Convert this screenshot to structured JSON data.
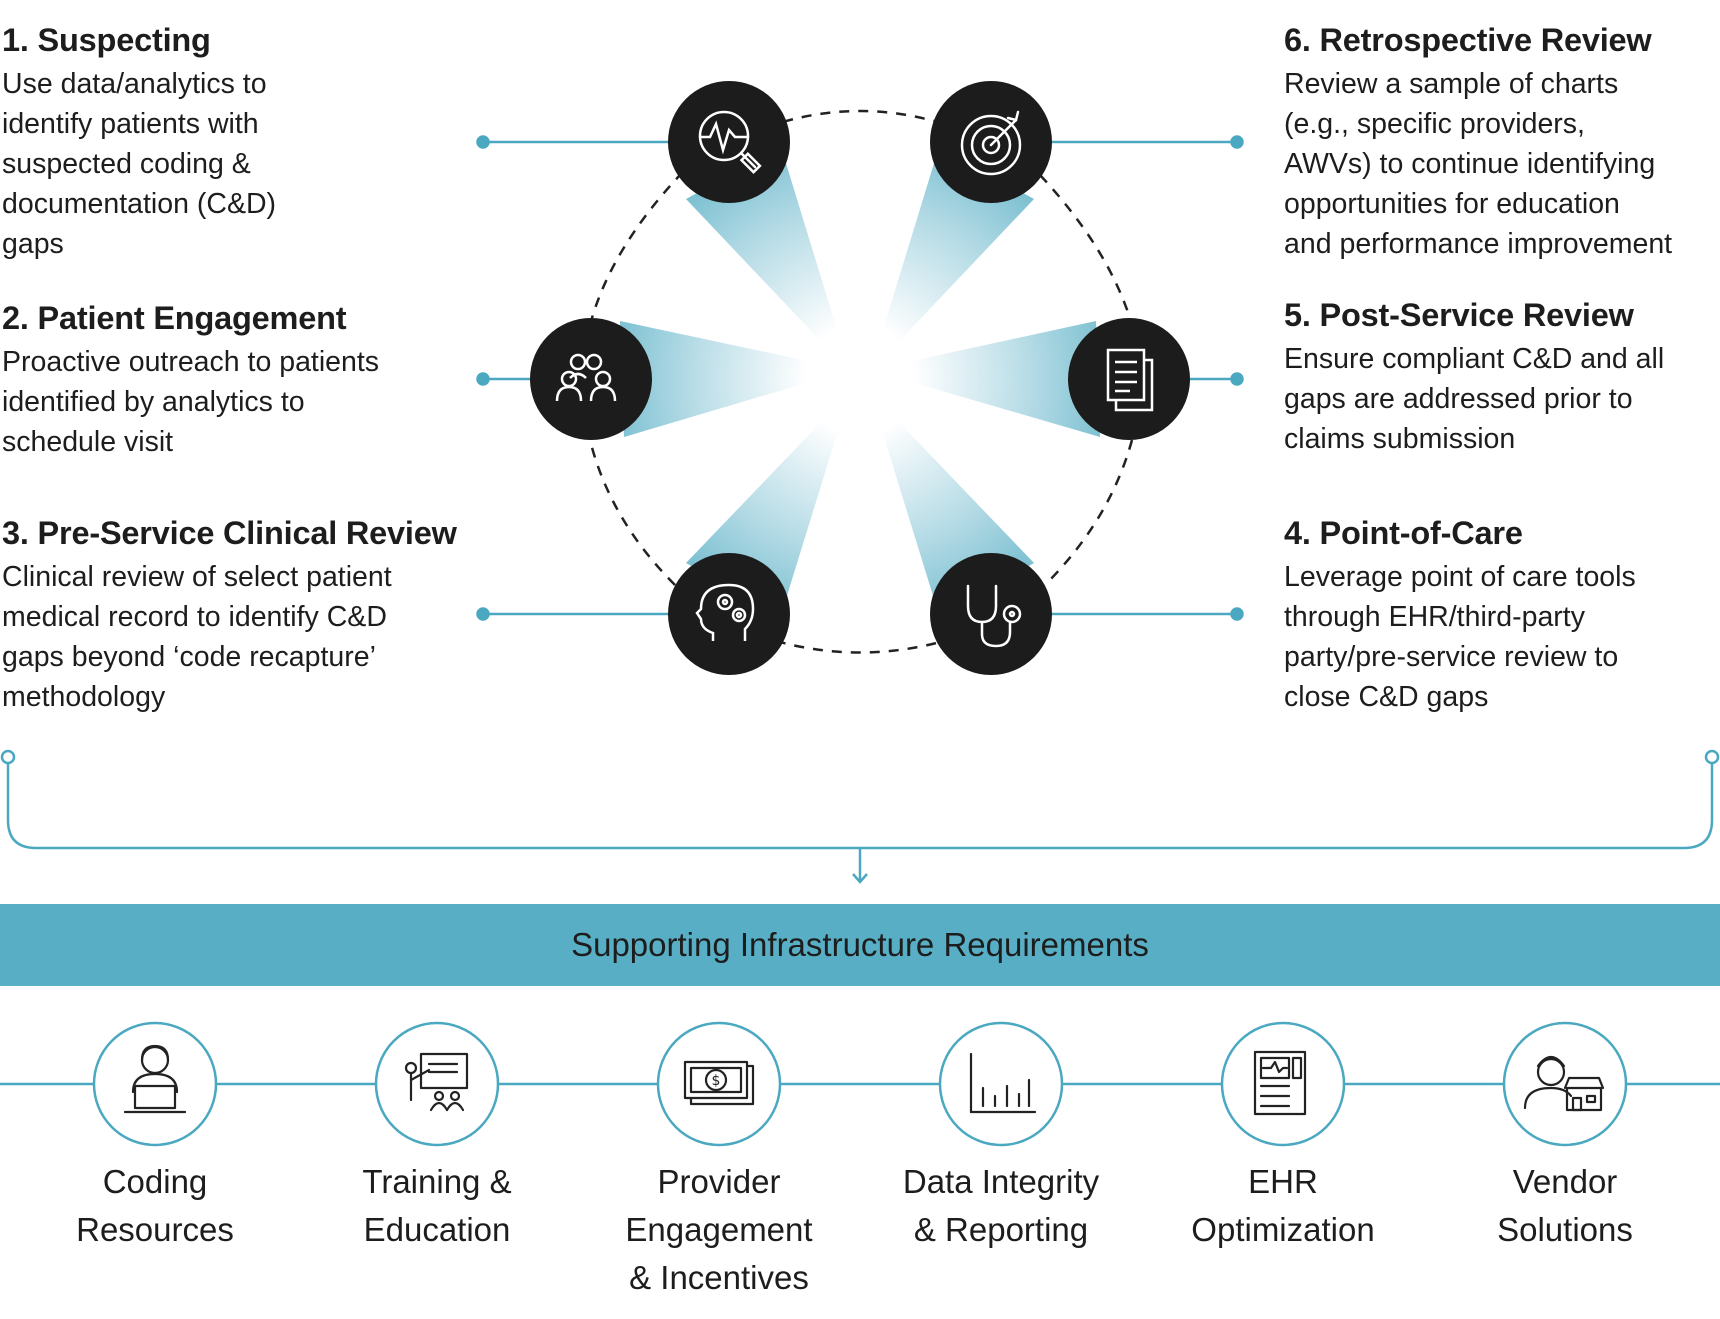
{
  "steps": [
    {
      "id": "suspecting",
      "title": "1. Suspecting",
      "body": "Use data/analytics to\nidentify patients with\nsuspected coding &\ndocumentation (C&D)\ngaps",
      "icon": "analytics-search-icon"
    },
    {
      "id": "patient-engagement",
      "title": "2. Patient Engagement",
      "body": "Proactive outreach to patients\nidentified by analytics to\nschedule visit",
      "icon": "people-group-icon"
    },
    {
      "id": "pre-service",
      "title": "3. Pre-Service Clinical Review",
      "body": "Clinical review of select patient\nmedical record to identify C&D\ngaps beyond ‘code recapture’\nmethodology",
      "icon": "head-gears-icon"
    },
    {
      "id": "point-of-care",
      "title": "4. Point-of-Care",
      "body": "Leverage point of care tools\nthrough EHR/third-party\nparty/pre-service review to\nclose C&D gaps",
      "icon": "stethoscope-icon"
    },
    {
      "id": "post-service",
      "title": "5. Post-Service Review",
      "body": "Ensure compliant C&D and all\ngaps are addressed prior to\nclaims submission",
      "icon": "document-icon"
    },
    {
      "id": "retrospective",
      "title": "6. Retrospective Review",
      "body": "Review a sample of charts\n(e.g., specific providers,\nAWVs) to continue identifying\nopportunities for education\nand performance improvement",
      "icon": "target-icon"
    }
  ],
  "infrastructure": {
    "title": "Supporting Infrastructure Requirements",
    "items": [
      {
        "label": "Coding\nResources",
        "icon": "coder-laptop-icon"
      },
      {
        "label": "Training &\nEducation",
        "icon": "presentation-icon"
      },
      {
        "label": "Provider\nEngagement\n& Incentives",
        "icon": "money-gear-icon"
      },
      {
        "label": "Data Integrity\n& Reporting",
        "icon": "bar-chart-icon"
      },
      {
        "label": "EHR\nOptimization",
        "icon": "ehr-screen-icon"
      },
      {
        "label": "Vendor\nSolutions",
        "icon": "vendor-store-icon"
      }
    ]
  },
  "colors": {
    "accent": "#58afc5",
    "line": "#4aa8c0",
    "circle": "#1c1c1c",
    "text": "#1d1d1d"
  }
}
